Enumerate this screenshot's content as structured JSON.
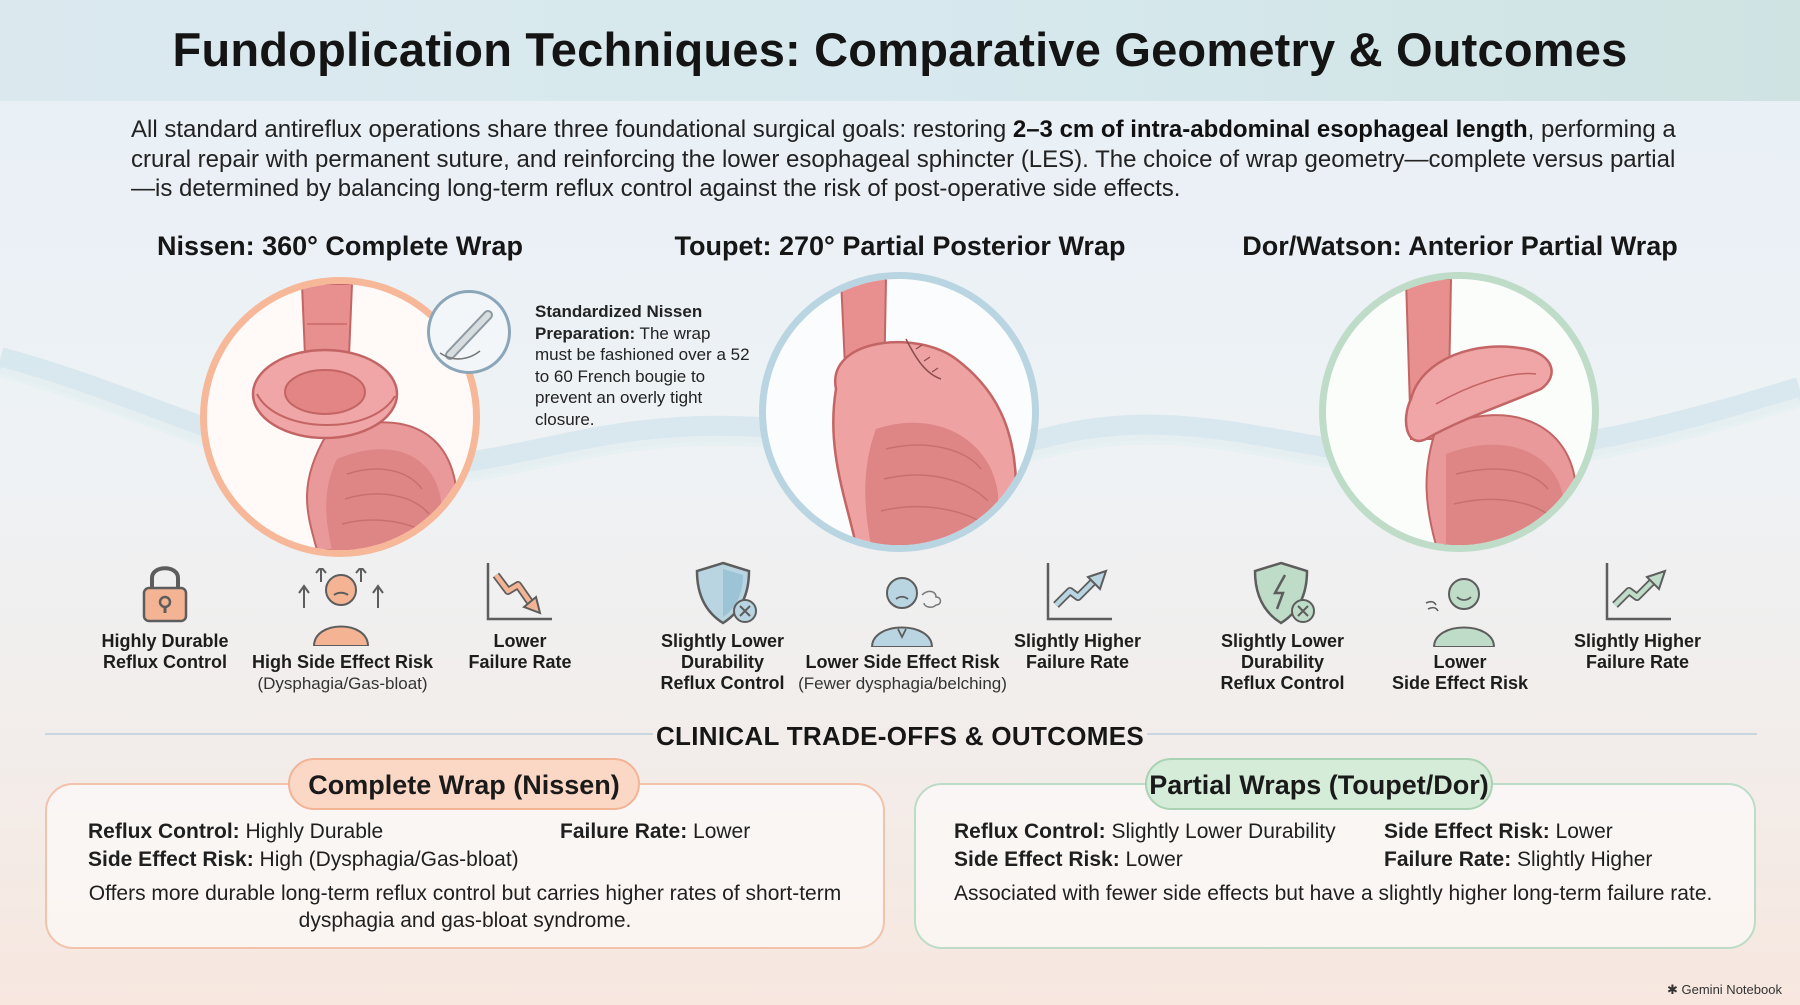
{
  "title": "Fundoplication Techniques: Comparative Geometry & Outcomes",
  "intro": {
    "part1": "All standard antireflux operations share three foundational surgical goals: restoring ",
    "bold": "2–3 cm of intra-abdominal esophageal length",
    "part2": ", performing a crural repair with permanent suture, and reinforcing the lower esophageal sphincter (LES). The choice of wrap geometry—complete versus partial—is determined by balancing long-term reflux control against the risk of post-operative side effects."
  },
  "columns": [
    {
      "title": "Nissen: 360° Complete Wrap",
      "color": "#f6b899",
      "metrics": [
        {
          "icon": "padlock-icon",
          "label": "Highly Durable\nReflux Control",
          "sub": ""
        },
        {
          "icon": "distressed-person-icon",
          "label": "High Side Effect Risk",
          "sub": "(Dysphagia/Gas-bloat)"
        },
        {
          "icon": "trend-down-icon",
          "label": "Lower\nFailure Rate",
          "sub": ""
        }
      ]
    },
    {
      "title": "Toupet: 270° Partial Posterior Wrap",
      "color": "#b9d5e2",
      "metrics": [
        {
          "icon": "shield-x-icon",
          "label": "Slightly Lower\nDurability\nReflux Control",
          "sub": ""
        },
        {
          "icon": "person-belching-icon",
          "label": "Lower Side Effect Risk",
          "sub": "(Fewer dysphagia/belching)"
        },
        {
          "icon": "trend-up-icon",
          "label": "Slightly Higher\nFailure Rate",
          "sub": ""
        }
      ]
    },
    {
      "title": "Dor/Watson: Anterior Partial Wrap",
      "color": "#bfdcc8",
      "metrics": [
        {
          "icon": "shield-bolt-x-icon",
          "label": "Slightly Lower\nDurability\nReflux Control",
          "sub": ""
        },
        {
          "icon": "smiling-person-icon",
          "label": "Lower\nSide Effect Risk",
          "sub": ""
        },
        {
          "icon": "trend-up-icon",
          "label": "Slightly Higher\nFailure Rate",
          "sub": ""
        }
      ]
    }
  ],
  "note": {
    "bold": "Standardized Nissen Preparation:",
    "text": " The wrap must be fashioned over a 52 to 60 French bougie to prevent an overly tight closure."
  },
  "section_heading": "CLINICAL TRADE-OFFS & OUTCOMES",
  "panels": {
    "complete": {
      "title": "Complete Wrap (Nissen)",
      "reflux_key": "Reflux Control:",
      "reflux_val": " Highly Durable",
      "failure_key": "Failure Rate:",
      "failure_val": " Lower",
      "side_key": "Side Effect Risk:",
      "side_val": " High (Dysphagia/Gas-bloat)",
      "summary": "Offers more durable long-term reflux control but carries higher rates of short-term dysphagia and gas-bloat syndrome."
    },
    "partial": {
      "title": "Partial Wraps (Toupet/Dor)",
      "reflux_key": "Reflux Control:",
      "reflux_val": " Slightly Lower Durability",
      "side1_key": "Side Effect Risk:",
      "side1_val": " Lower",
      "side2_key": "Side Effect Risk:",
      "side2_val": " Lower",
      "failure_key": "Failure Rate:",
      "failure_val": " Slightly Higher",
      "summary": "Associated with fewer side effects but have a slightly higher long-term failure rate."
    }
  },
  "footer": "Gemini Notebook"
}
